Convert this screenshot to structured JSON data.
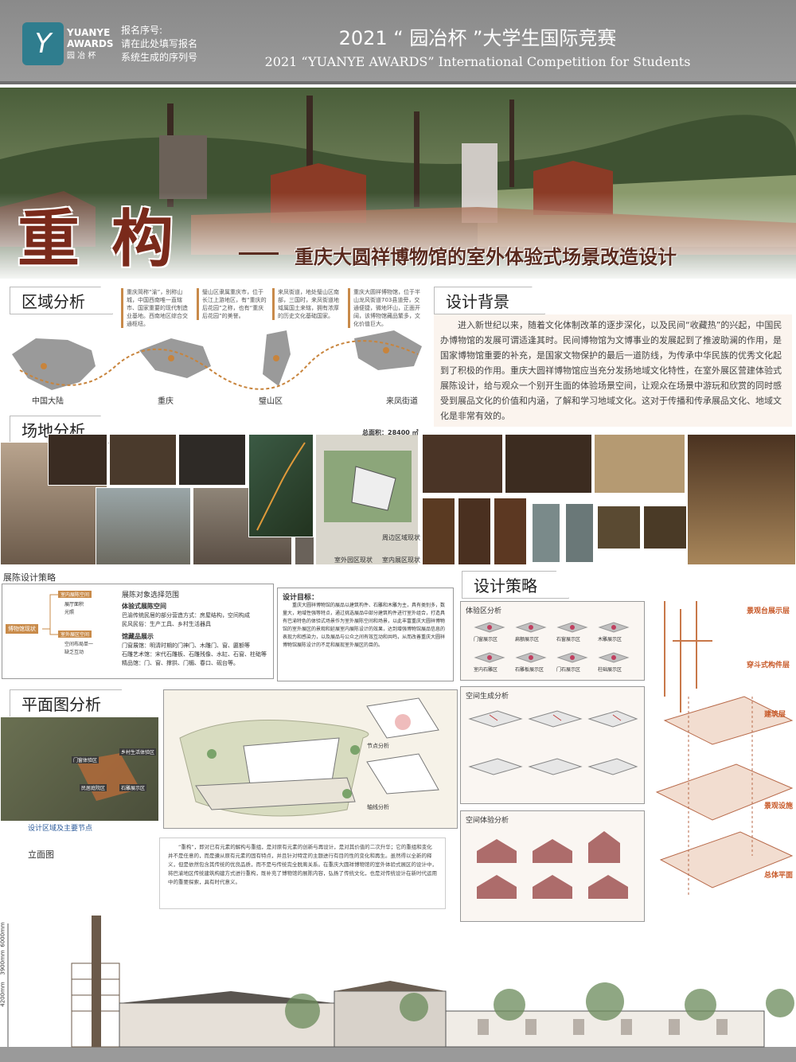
{
  "header": {
    "logo_text": "YUANYE AWARDS",
    "logo_cn": "园 冶 杯",
    "reg_line1": "报名序号:",
    "reg_line2": "请在此处填写报名",
    "reg_line3": "系统生成的序列号",
    "title_cn": "2021 “ 园冶杯 ”大学生国际竞赛",
    "title_en": "2021 “YUANYE AWARDS” International Competition for  Students"
  },
  "hero": {
    "big_title": "重构",
    "subtitle": "重庆大圆祥博物馆的室外体验式场景改造设计"
  },
  "sections": {
    "region": "区域分析",
    "background": "设计背景",
    "site": "场地分析",
    "plan": "平面图分析",
    "strategy": "设计策略",
    "exhibit_strategy": "展陈设计策略",
    "elevation": "立面图"
  },
  "region": {
    "blocks": [
      "重庆简称“渝”，别称山城，中国西南唯一直辖市、国家重要的现代制造业基地。西南地区综合交通枢纽。",
      "璧山区隶属重庆市，位于长江上游地区，有“重庆的后花园”之称，也有“重庆后花园”的美誉。",
      "来凤街道，地处璧山区南部，三国时，来凤街道地域属国土来辖，拥有浓厚的历史文化基础国家。",
      "重庆大圆祥博物馆，位于半山龙风街道703县道旁，交通便捷，微地环山，正面开阔，该博物馆藏品繁多，文化价值巨大。"
    ],
    "labels": [
      "中国大陆",
      "重庆",
      "璧山区",
      "来凤街道"
    ]
  },
  "background_text": "进入新世纪以来，随着文化体制改革的逐步深化，以及民间“收藏热”的兴起，中国民办博物馆的发展可谓适逢其时。民间博物馆为文博事业的发展起到了推波助澜的作用，是国家博物馆重要的补充，是国家文物保护的最后一道防线，为传承中华民族的优秀文化起到了积极的作用。重庆大圆祥博物馆应当充分发扬地域文化特性，在室外展区营建体验式展陈设计，给与观众一个别开生面的体验场景空间，让观众在场景中游玩和欣赏的同时感受到展品文化的价值和内涵，了解和学习地域文化。这对于传播和传承展品文化、地域文化是非常有效的。",
  "site": {
    "area_label": "总面积：28400 ㎡",
    "captions": [
      "周边区域现状",
      "室外园区现状",
      "室内展区现状"
    ]
  },
  "exhibit": {
    "mind_root": "博物馆现状",
    "mind_nodes": [
      "室内展陈空间",
      "展厅面积",
      "光照",
      "室外展区空间",
      "空间布局单一",
      "缺乏互动"
    ],
    "range_title": "展陈对象选择范围",
    "range_sub1": "体验式展陈空间",
    "range_line1": "巴渝传统民居的部分营造方式：房屋结构，空间构成",
    "range_line2": "民风民俗：生产工具、乡村生活器具",
    "range_sub2": "馆藏品展示",
    "range_line3": "门窗展馆：明清时期的门神门、木雕门、窗、匾额等",
    "range_line4": "石雕艺术馆：宋代石雕板、石雕残像、水缸、石窗、柱础等",
    "range_line5": "精品馆：门、窗、撑拱、门楣、春口、砚台等。",
    "goal_title": "设计目标：",
    "goal_text": "重庆大圆祥博物馆的展品以建筑构件、石雕和木雕为主，具有类别多，数量大，地域性强等特点，通过挑选展品中部分建筑构件进行室外组合，打造具有巴渝特色的体验式场景作为室外展陈空间和场景，以此丰富重庆大圆祥博物馆的室外展区的景观和延展室内展陈设计的效果，达到增强博物馆展品信息的表现力和感染力，以及展品与公众之间有效互动和共鸣，从而改善重庆大圆祥博物馆展陈设计的不足和展现室外展区的目的。"
  },
  "strategy": {
    "experience_title": "体验区分析",
    "experience_items": [
      "门窗展示区",
      "扁额展示区",
      "石窗展示区",
      "木雕展示区",
      "室内石雕区",
      "石雕板展示区",
      "门石展示区",
      "柱础展示区"
    ],
    "space_gen_title": "空间生成分析",
    "space_exp_title": "空间体验分析",
    "layer_labels": [
      "景观台展示层",
      "穿斗式构件层",
      "建筑层",
      "景观设施",
      "总体平面"
    ]
  },
  "plan": {
    "caption": "设计区域及主要节点",
    "labels": [
      "乡村生活体验区",
      "门窗体验区",
      "民居庭院区",
      "石雕展示区"
    ],
    "node_label": "节点分析",
    "axis_label": "轴线分析"
  },
  "quote_text": "“重构”，即对已有元素的解构与重组，是对原有元素的创新与再设计，是对其价值的二次升华；它的重组和变化并不是任意的，而是遵从原有元素的固有特点，并且针对特定的主题进行有目的性的变化和再生。虽然得以全新的释义，但是依然包含其传统的优良品质，而不是与传统完全脱离关系。在重庆大圆祥博物馆的室外体验式展区的设计中，将巴渝地区传统建筑构建方式进行重构，既补充了博物馆的展陈内容，弘扬了传统文化，也是对传统设计在新时代运用中的重要探索，具有时代意义。",
  "elevation": {
    "dims": [
      "6000mm",
      "3900mm",
      "4200mm"
    ]
  }
}
